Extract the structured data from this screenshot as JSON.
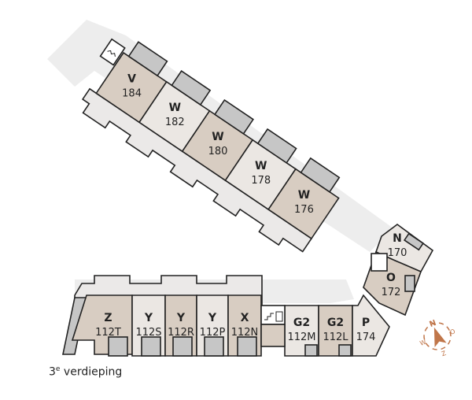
{
  "floor_label": {
    "ordinal": "3",
    "suffix": "e",
    "text": "verdieping"
  },
  "colors": {
    "tan": "#d8cdc2",
    "light": "#ebe7e3",
    "storage": "#c6c6c6",
    "shade": "#ececec",
    "compass": "#c0764a"
  },
  "diagonal_units": [
    {
      "type": "V",
      "number": "184",
      "tone": "tan"
    },
    {
      "type": "W",
      "number": "182",
      "tone": "light"
    },
    {
      "type": "W",
      "number": "180",
      "tone": "tan"
    },
    {
      "type": "W",
      "number": "178",
      "tone": "light"
    },
    {
      "type": "W",
      "number": "176",
      "tone": "tan"
    }
  ],
  "corner_units": [
    {
      "type": "N",
      "number": "170"
    },
    {
      "type": "O",
      "number": "172"
    }
  ],
  "bottom_units": [
    {
      "type": "Z",
      "number": "112T"
    },
    {
      "type": "Y",
      "number": "112S"
    },
    {
      "type": "Y",
      "number": "112R"
    },
    {
      "type": "Y",
      "number": "112P"
    },
    {
      "type": "X",
      "number": "112N"
    },
    {
      "type": "G2",
      "number": "112M"
    },
    {
      "type": "G2",
      "number": "112L"
    },
    {
      "type": "P",
      "number": "174"
    }
  ],
  "compass": {
    "n": "N",
    "e": "O",
    "s": "Z",
    "w": "W"
  }
}
